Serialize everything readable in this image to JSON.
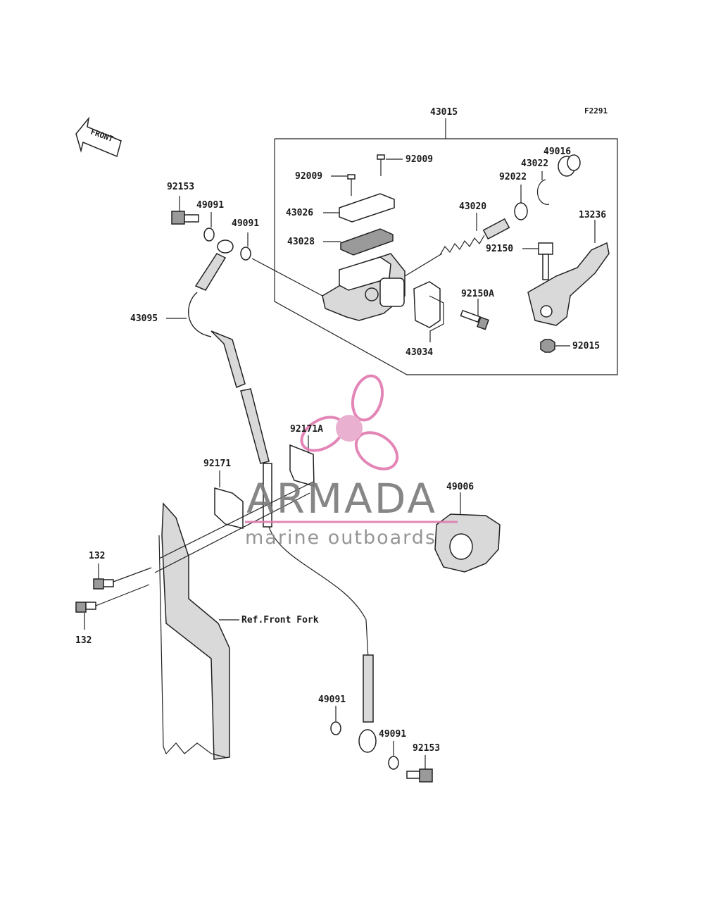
{
  "figure_code": "F2291",
  "front_arrow_label": "FRONT",
  "reference_label": "Ref.Front Fork",
  "watermark": {
    "brand": "ARMADA",
    "tagline": "marine outboards",
    "brand_color": "#888888",
    "accent_color": "#e07ab0"
  },
  "parts": {
    "assembly": "43015",
    "screw_a": "92009",
    "screw_b": "92009",
    "cap": "43026",
    "diaphragm": "43028",
    "piston_kit": "43020",
    "washer_92022": "92022",
    "circlip": "43022",
    "boot": "49016",
    "lever": "13236",
    "pivot_bolt": "92150",
    "clamp_bolt": "92150A",
    "clamp": "43034",
    "nut": "92015",
    "banjo_bolt_top": "92153",
    "gasket_top_a": "49091",
    "gasket_top_b": "49091",
    "hose": "43095",
    "clamp_right": "92171A",
    "clamp_left": "92171",
    "caliper": "49006",
    "bolt_upper": "132",
    "bolt_lower": "132",
    "gasket_bottom_a": "49091",
    "gasket_bottom_b": "49091",
    "banjo_bolt_bottom": "92153"
  }
}
